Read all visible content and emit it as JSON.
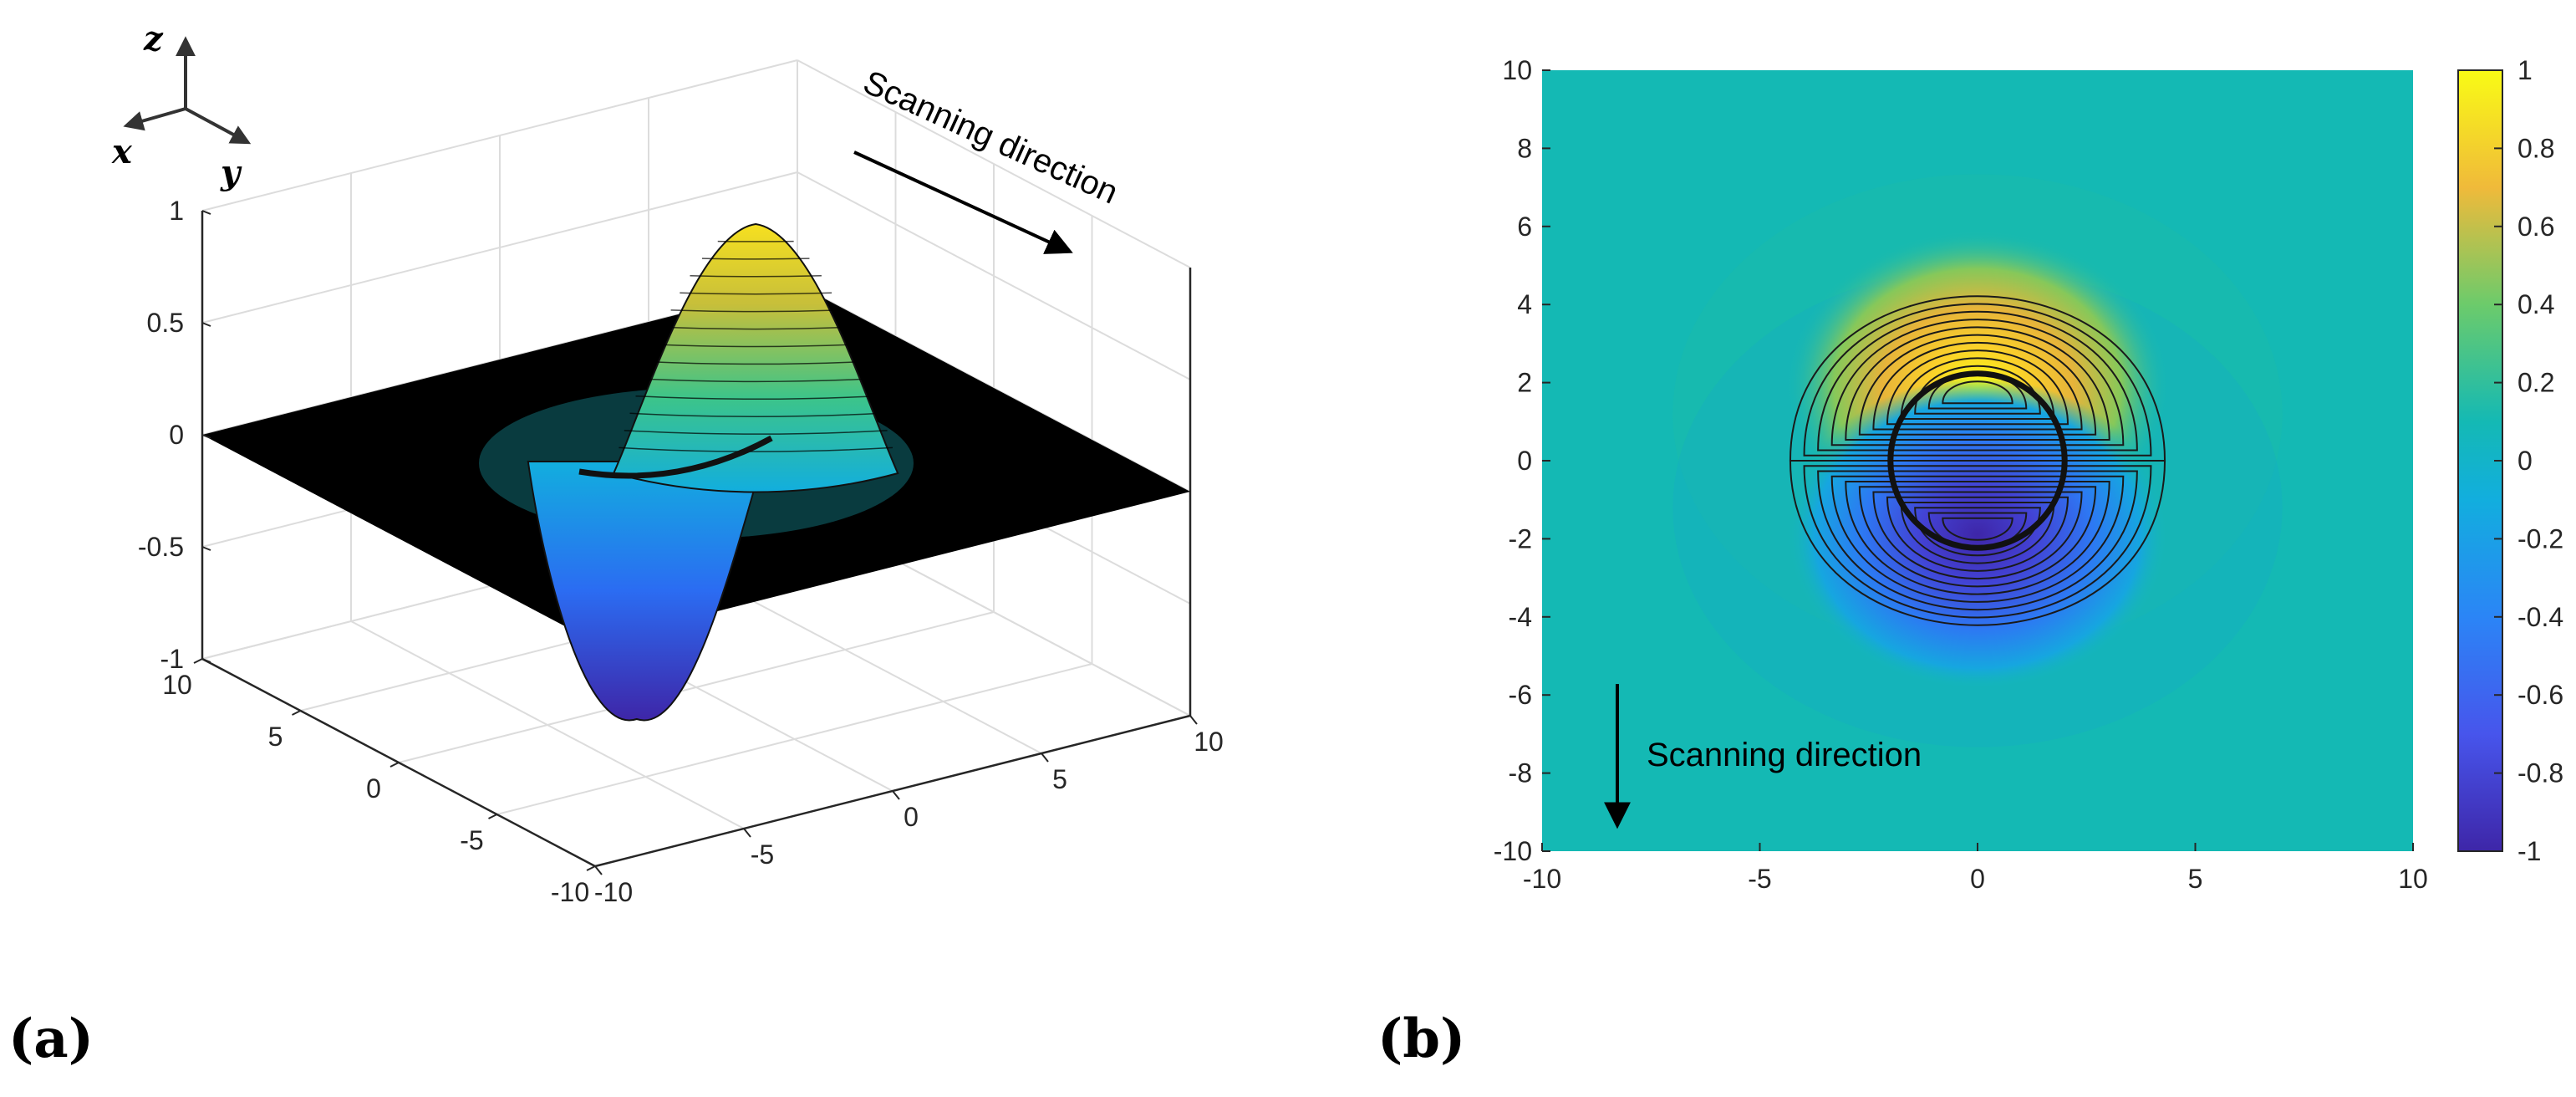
{
  "panels": {
    "a_label": "(a)",
    "b_label": "(b)"
  },
  "colors": {
    "background_b": "#14b9b4",
    "plane": "#000000",
    "parula_low": "#3e26a8",
    "parula_high": "#f9fb15"
  },
  "chart_data": [
    {
      "type": "surface",
      "panel": "(a)",
      "annotation": "Scanning direction",
      "axis_triad": {
        "z": "z",
        "x": "x",
        "y": "y"
      },
      "x_ticks": [
        "10",
        "5",
        "0",
        "-5",
        "-10"
      ],
      "y_ticks": [
        "-10",
        "-5",
        "0",
        "5",
        "10"
      ],
      "z_ticks": [
        "1",
        "0.5",
        "0",
        "-0.5",
        "-1"
      ],
      "xlim": [
        -10,
        10
      ],
      "ylim": [
        -10,
        10
      ],
      "zlim": [
        -1,
        1
      ],
      "grid": true,
      "surface_peak": 1,
      "surface_trough": -1,
      "plane_z": 0
    },
    {
      "type": "heatmap",
      "panel": "(b)",
      "annotation": "Scanning direction",
      "x_ticks": [
        "-10",
        "-5",
        "0",
        "5",
        "10"
      ],
      "y_ticks": [
        "10",
        "8",
        "6",
        "4",
        "2",
        "0",
        "-2",
        "-4",
        "-6",
        "-8",
        "-10"
      ],
      "colorbar_ticks": [
        "1",
        "0.8",
        "0.6",
        "0.4",
        "0.2",
        "0",
        "-0.2",
        "-0.4",
        "-0.6",
        "-0.8",
        "-1"
      ],
      "xlim": [
        -10,
        10
      ],
      "ylim": [
        -10,
        10
      ],
      "clim": [
        -1,
        1
      ],
      "positive_peak": {
        "x": 0,
        "y": 1.9,
        "value": 1
      },
      "negative_peak": {
        "x": 0,
        "y": -1.9,
        "value": -1
      },
      "circle": {
        "cx": 0,
        "cy": 0,
        "r": 2
      }
    }
  ]
}
